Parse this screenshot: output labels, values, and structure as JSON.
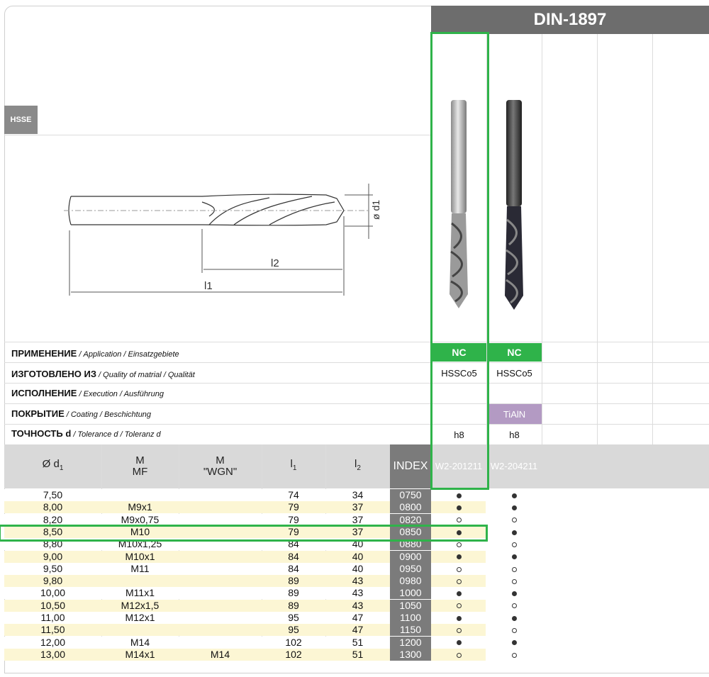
{
  "header": {
    "standard": "DIN-1897",
    "material_tag": "HSSE"
  },
  "diagram": {
    "d_label": "ø d1",
    "l1_label": "l1",
    "l2_label": "l2"
  },
  "properties": [
    {
      "label": "ПРИМЕНЕНИЕ",
      "sub": " / Application / Einsatzgebiete",
      "values": [
        "NC",
        "NC"
      ]
    },
    {
      "label": "ИЗГОТОВЛЕНО ИЗ",
      "sub": " / Quality of matrial / Qualität",
      "values": [
        "HSSCo5",
        "HSSCo5"
      ]
    },
    {
      "label": "ИСПОЛНЕНИЕ",
      "sub": " / Execution / Ausführung",
      "values": [
        "",
        ""
      ]
    },
    {
      "label": "ПОКРЫТИЕ",
      "sub": " / Coating / Beschichtung",
      "values": [
        "",
        "TiAlN"
      ]
    },
    {
      "label": "ТОЧНОСТЬ d",
      "sub": " / Tolerance d / Toleranz d",
      "values": [
        "h8",
        "h8"
      ]
    }
  ],
  "table_header": {
    "d1": "Ø d",
    "m": "M",
    "mf": "MF",
    "m_wgn": "M",
    "wgn": "\"WGN\"",
    "l1": "l",
    "l2": "l",
    "index": "INDEX",
    "codes": [
      "W2-201211",
      "W2-204211"
    ]
  },
  "rows": [
    {
      "d": "7,50",
      "m": "",
      "wgn": "",
      "l1": "74",
      "l2": "34",
      "idx": "0750",
      "a": "full",
      "b": "full"
    },
    {
      "d": "8,00",
      "m": "M9x1",
      "wgn": "",
      "l1": "79",
      "l2": "37",
      "idx": "0800",
      "a": "full",
      "b": "full"
    },
    {
      "d": "8,20",
      "m": "M9x0,75",
      "wgn": "",
      "l1": "79",
      "l2": "37",
      "idx": "0820",
      "a": "empty",
      "b": "empty"
    },
    {
      "d": "8,50",
      "m": "M10",
      "wgn": "",
      "l1": "79",
      "l2": "37",
      "idx": "0850",
      "a": "full",
      "b": "full"
    },
    {
      "d": "8,80",
      "m": "M10x1,25",
      "wgn": "",
      "l1": "84",
      "l2": "40",
      "idx": "0880",
      "a": "empty",
      "b": "empty"
    },
    {
      "d": "9,00",
      "m": "M10x1",
      "wgn": "",
      "l1": "84",
      "l2": "40",
      "idx": "0900",
      "a": "full",
      "b": "full"
    },
    {
      "d": "9,50",
      "m": "M11",
      "wgn": "",
      "l1": "84",
      "l2": "40",
      "idx": "0950",
      "a": "empty",
      "b": "empty"
    },
    {
      "d": "9,80",
      "m": "",
      "wgn": "",
      "l1": "89",
      "l2": "43",
      "idx": "0980",
      "a": "empty",
      "b": "empty"
    },
    {
      "d": "10,00",
      "m": "M11x1",
      "wgn": "",
      "l1": "89",
      "l2": "43",
      "idx": "1000",
      "a": "full",
      "b": "full"
    },
    {
      "d": "10,50",
      "m": "M12x1,5",
      "wgn": "",
      "l1": "89",
      "l2": "43",
      "idx": "1050",
      "a": "empty",
      "b": "empty"
    },
    {
      "d": "11,00",
      "m": "M12x1",
      "wgn": "",
      "l1": "95",
      "l2": "47",
      "idx": "1100",
      "a": "full",
      "b": "full"
    },
    {
      "d": "11,50",
      "m": "",
      "wgn": "",
      "l1": "95",
      "l2": "47",
      "idx": "1150",
      "a": "empty",
      "b": "empty"
    },
    {
      "d": "12,00",
      "m": "M14",
      "wgn": "",
      "l1": "102",
      "l2": "51",
      "idx": "1200",
      "a": "full",
      "b": "full"
    },
    {
      "d": "13,00",
      "m": "M14x1",
      "wgn": "M14",
      "l1": "102",
      "l2": "51",
      "idx": "1300",
      "a": "empty",
      "b": "empty"
    }
  ],
  "colors": {
    "accent_green": "#2fb34a",
    "header_gray": "#6d6d6d",
    "tialn_purple": "#b39ac3",
    "row_yellow": "#fcf6d4"
  }
}
